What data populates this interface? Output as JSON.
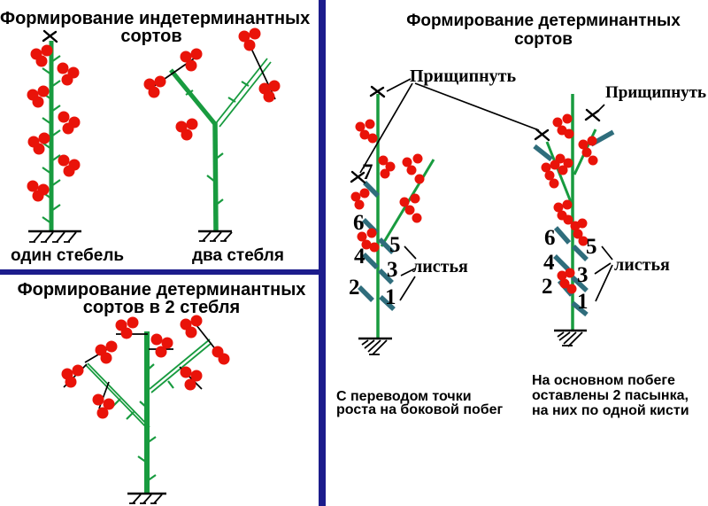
{
  "panels": {
    "top_left": {
      "title_line1": "Формирование индетерминантных",
      "title_line2": "сортов",
      "label_one_stem": "один стебель",
      "label_two_stems": "два стебля"
    },
    "bottom_left": {
      "title_line1": "Формирование детерминантных",
      "title_line2": "сортов в 2 стебля"
    },
    "right": {
      "title_line1": "Формирование детерминантных",
      "title_line2": "сортов",
      "pinch_label_a": "Прищипнуть",
      "pinch_label_b": "Прищипнуть",
      "leaves_label_a": "листья",
      "leaves_label_b": "листья",
      "plant_a_leaf_numbers": [
        "1",
        "2",
        "3",
        "4",
        "5",
        "6",
        "7"
      ],
      "plant_b_leaf_numbers": [
        "1",
        "2",
        "3",
        "4",
        "5",
        "6"
      ],
      "caption_a_line1": "С переводом точки",
      "caption_a_line2": "роста на боковой побег",
      "caption_b_line1": "На основном побеге",
      "caption_b_line2": "оставлены 2 пасынка,",
      "caption_b_line3": "на них по одной кисти"
    }
  },
  "colors": {
    "navy": "#1c1c8c",
    "green": "#189b3f",
    "red": "#e91309",
    "teal": "#2f6d7c",
    "ink": "#000000",
    "bg": "#ffffff"
  }
}
